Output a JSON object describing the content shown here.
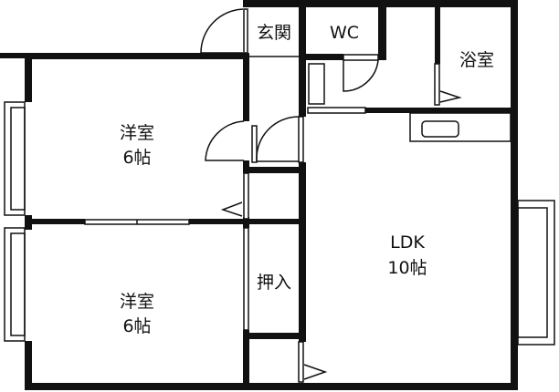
{
  "rooms": {
    "genkan": "玄関",
    "wc": "WC",
    "bath": "浴室",
    "bedroom1": {
      "name": "洋室",
      "size": "6帖"
    },
    "bedroom2": {
      "name": "洋室",
      "size": "6帖"
    },
    "ldk": {
      "name": "LDK",
      "size": "10帖"
    },
    "closet": "押入"
  }
}
